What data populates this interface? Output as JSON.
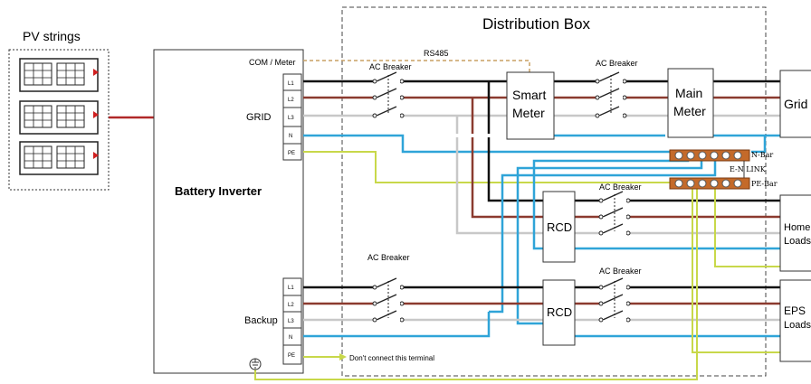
{
  "pv": {
    "title": "PV strings"
  },
  "inverter": {
    "title": "Battery Inverter",
    "grid_label": "GRID",
    "backup_label": "Backup",
    "com_label": "COM / Meter",
    "grid_terminals": [
      "L1",
      "L2",
      "L3",
      "N",
      "PE"
    ],
    "backup_terminals": [
      "L1",
      "L2",
      "L3",
      "N",
      "PE"
    ]
  },
  "distribution_box": {
    "title": "Distribution Box"
  },
  "rs485_label": "RS485",
  "breakers": {
    "grid_ac_breaker": "AC Breaker",
    "main_ac_breaker": "AC Breaker",
    "home_ac_breaker": "AC Breaker",
    "backup_ac_breaker": "AC Breaker",
    "eps_ac_breaker": "AC Breaker"
  },
  "meters": {
    "smart_meter": [
      "Smart",
      "Meter"
    ],
    "main_meter": [
      "Main",
      "Meter"
    ]
  },
  "rcd": {
    "home": "RCD",
    "eps": "RCD"
  },
  "bars": {
    "n_bar": "N-Bar",
    "pe_bar": "PE-Bar",
    "en_link": "E-N LINK"
  },
  "loads": {
    "grid": "Grid",
    "home": [
      "Home",
      "Loads"
    ],
    "eps": [
      "EPS",
      "Loads"
    ]
  },
  "notes": {
    "dont_connect": "Don't connect this terminal"
  },
  "colors": {
    "l1": "#111111",
    "l2": "#8b3a2f",
    "l3": "#c8c8c8",
    "neutral": "#2fa4d8",
    "pe": "#c8d84a",
    "com": "#c8a064"
  }
}
